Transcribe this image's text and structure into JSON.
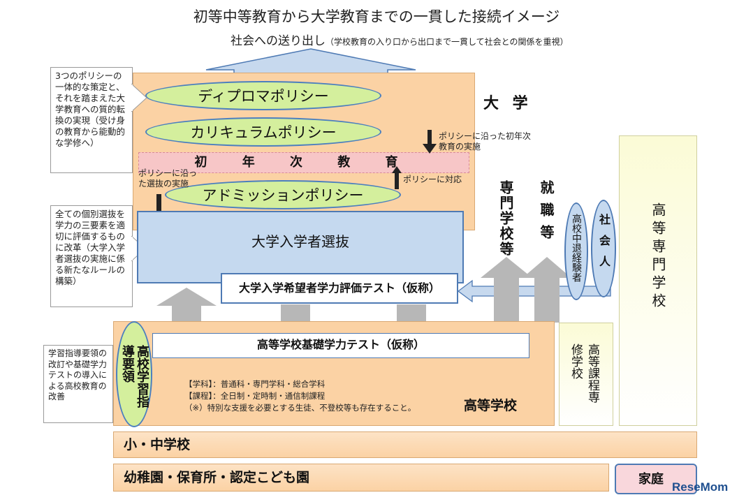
{
  "title": "初等中等教育から大学教育までの一貫した接続イメージ",
  "subtitle": {
    "main": "社会への送り出し",
    "note": "（学校教育の入り口から出口まで一貫して社会との関係を重視）"
  },
  "callouts": {
    "policies": "3つのポリシーの一体的な策定と、それを踏まえた大学教育への質的転換の実現（受け身の教育から能動的な学修へ）",
    "selection": "全ての個別選抜を学力の三要素を適切に評価するものに改革（大学入学者選抜の実施に係る新たなルールの構築）",
    "guidelines": "学習指導要領の改訂や基礎学力テストの導入による高校教育の改善"
  },
  "university": {
    "label": "大 学",
    "diploma_policy": "ディプロマポリシー",
    "curriculum_policy": "カリキュラムポリシー",
    "first_year": "初 年 次 教 育",
    "admission_policy": "アドミッションポリシー",
    "note_first_year": "ポリシーに沿った初年次教育の実施",
    "note_correspond": "ポリシーに対応",
    "note_selection": "ポリシーに沿った選抜の実施"
  },
  "selection": {
    "label": "大学入学者選抜",
    "test": "大学入学希望者学力評価テスト（仮称）"
  },
  "paths": {
    "vocational": "専門学校等",
    "employment": "就職等",
    "dropout": "高校中退経験者",
    "working_adults": "社会人",
    "kosen": "高等専門学校"
  },
  "high_school": {
    "label": "高等学校",
    "guidelines": "高校学習指導要領",
    "basic_test": "高等学校基礎学力テスト（仮称）",
    "detail_1": "【学科】：普通科・専門学科・総合学科",
    "detail_2": "【課程】：全日制・定時制・通信制課程",
    "detail_3": "（※）特別な支援を必要とする生徒、不登校等も存在すること。",
    "senshu": "高等課程専修学校"
  },
  "bands": {
    "elementary": "小・中学校",
    "preschool": "幼稚園・保育所・認定こども園",
    "home": "家庭"
  },
  "watermark": "ReseMom"
}
